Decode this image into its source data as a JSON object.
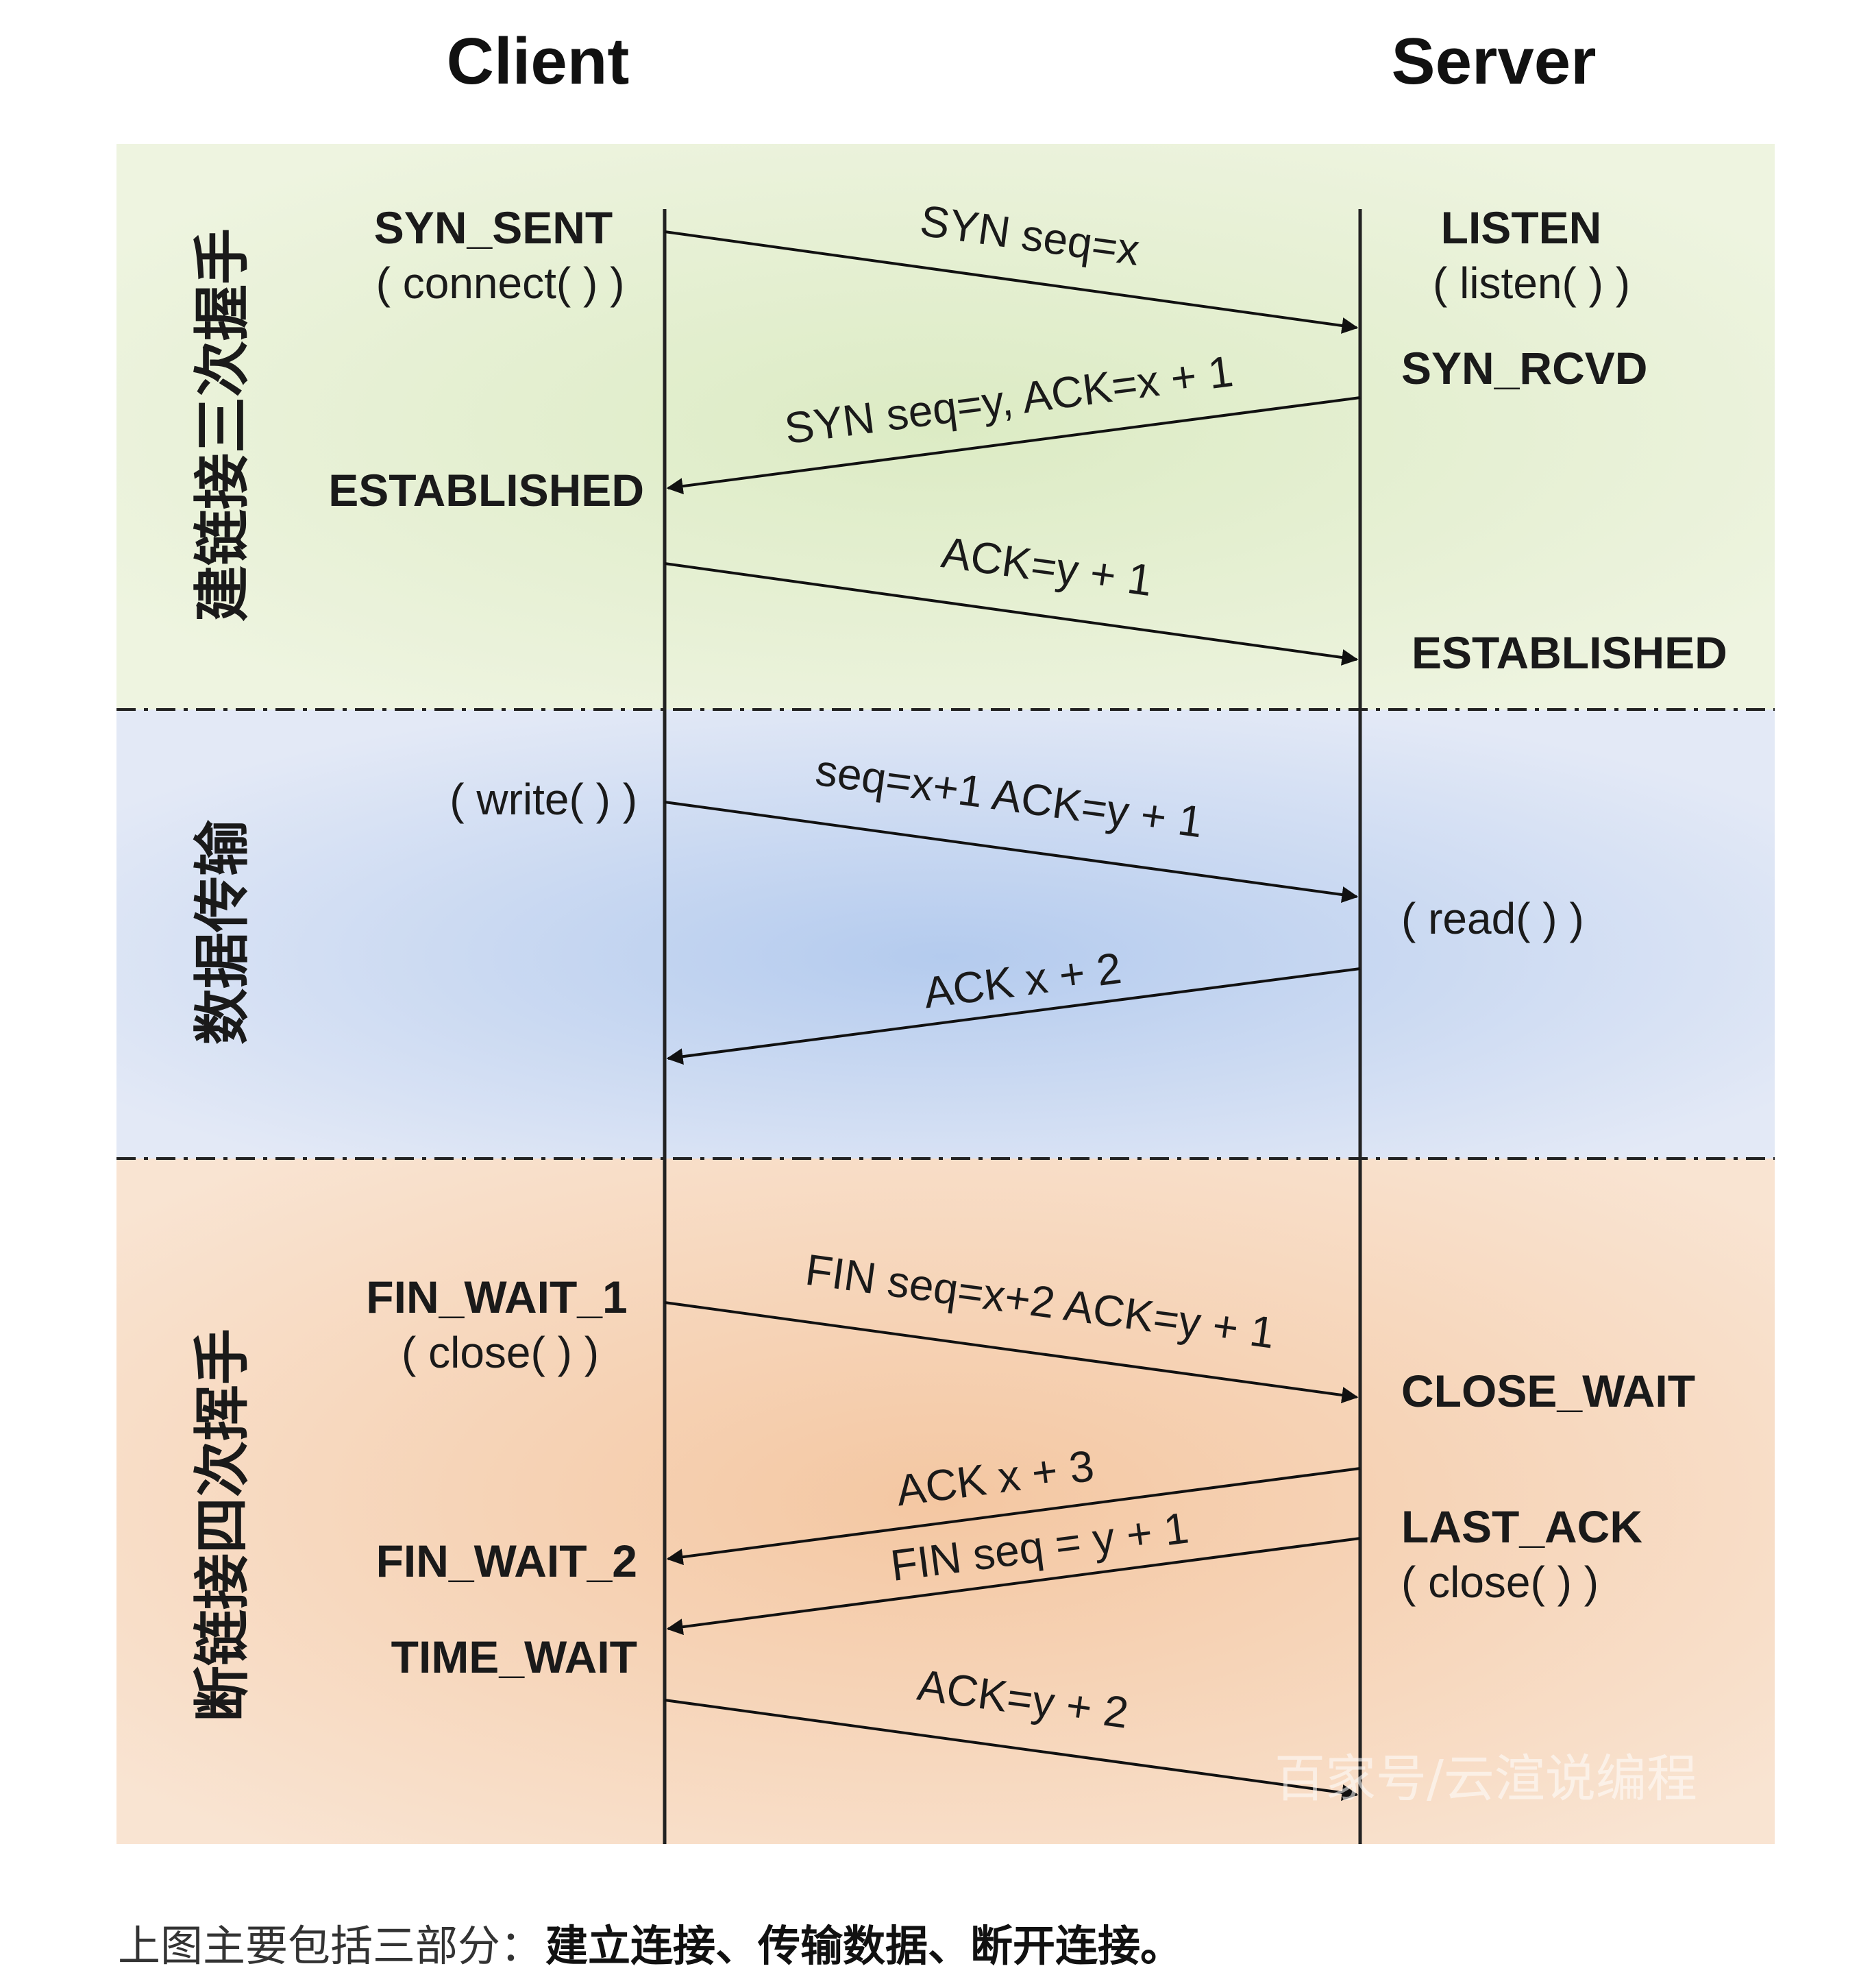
{
  "headers": {
    "client": "Client",
    "server": "Server"
  },
  "phases": [
    {
      "label": "建链接三次握手",
      "color": "#e4efcf"
    },
    {
      "label": "数据传输",
      "color": "#d4dff3"
    },
    {
      "label": "断链接四次挥手",
      "color": "#f7d9bf"
    }
  ],
  "client_states": [
    {
      "text": "SYN_SENT",
      "call": "( connect( ) )"
    },
    {
      "text": "ESTABLISHED"
    },
    {
      "text": "( write( ) )"
    },
    {
      "text": "FIN_WAIT_1",
      "call": "( close( ) )"
    },
    {
      "text": "FIN_WAIT_2"
    },
    {
      "text": "TIME_WAIT"
    }
  ],
  "server_states": [
    {
      "text": "LISTEN",
      "call": "( listen( ) )"
    },
    {
      "text": "SYN_RCVD"
    },
    {
      "text": "ESTABLISHED"
    },
    {
      "text": "( read( ) )"
    },
    {
      "text": "CLOSE_WAIT"
    },
    {
      "text": "LAST_ACK",
      "call": "( close( ) )"
    }
  ],
  "messages": [
    {
      "label": "SYN seq=x",
      "direction": "client-to-server"
    },
    {
      "label": "SYN seq=y, ACK=x + 1",
      "direction": "server-to-client"
    },
    {
      "label": "ACK=y + 1",
      "direction": "client-to-server"
    },
    {
      "label": "seq=x+1 ACK=y + 1",
      "direction": "client-to-server"
    },
    {
      "label": "ACK x + 2",
      "direction": "server-to-client"
    },
    {
      "label": "FIN seq=x+2 ACK=y + 1",
      "direction": "client-to-server"
    },
    {
      "label": "ACK x + 3",
      "direction": "server-to-client"
    },
    {
      "label": "FIN seq = y + 1",
      "direction": "server-to-client"
    },
    {
      "label": "ACK=y + 2",
      "direction": "client-to-server"
    }
  ],
  "watermark": "百家号/云渲说编程",
  "caption": {
    "prefix": "上图主要包括三部分：",
    "bold": "建立连接、传输数据、断开连接。"
  }
}
